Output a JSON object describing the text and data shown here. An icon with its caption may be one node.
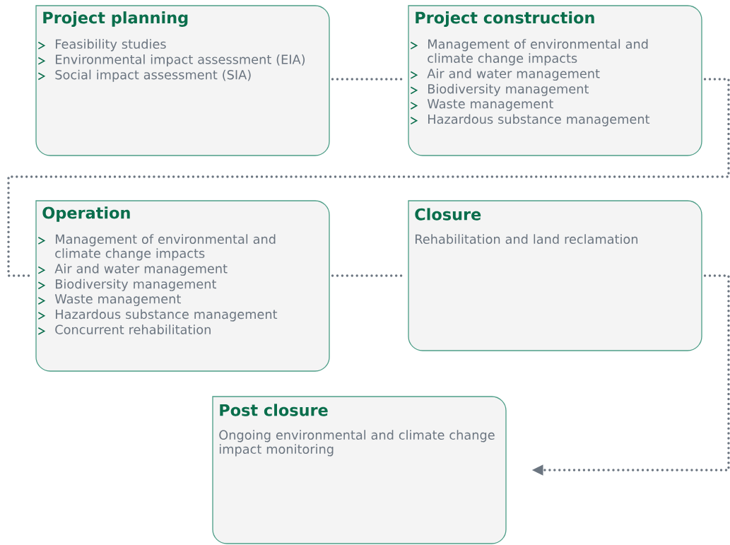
{
  "diagram": {
    "nodes": [
      {
        "text": [
          "Project planning",
          "Feasibility studies",
          "Environmental impact assessment (EIA)",
          "Social impact assessment (SIA)"
        ]
      },
      {
        "text": [
          "Project construction",
          "Management of environmental and climate change impacts",
          "Air and water management",
          "Biodiversity management",
          "Waste management",
          "Hazardous substance management"
        ]
      },
      {
        "text": [
          "Operation",
          "Management of environmental and climate change impacts",
          "Air and water management",
          "Biodiversity management",
          "Waste management",
          "Hazardous substance management",
          "Concurrent rehabilitation"
        ]
      },
      {
        "text": [
          "Closure",
          "Rehabilitation and land reclamation"
        ]
      },
      {
        "text": [
          "Post closure",
          "Ongoing environmental and climate change impact monitoring"
        ]
      }
    ],
    "edges": [
      {
        "from": 0,
        "to": 1,
        "arrow": "none"
      },
      {
        "from": 1,
        "to": 2,
        "arrow": "none"
      },
      {
        "from": 2,
        "to": 3,
        "arrow": "none"
      },
      {
        "from": 3,
        "to": 4,
        "arrow": "to"
      }
    ]
  }
}
